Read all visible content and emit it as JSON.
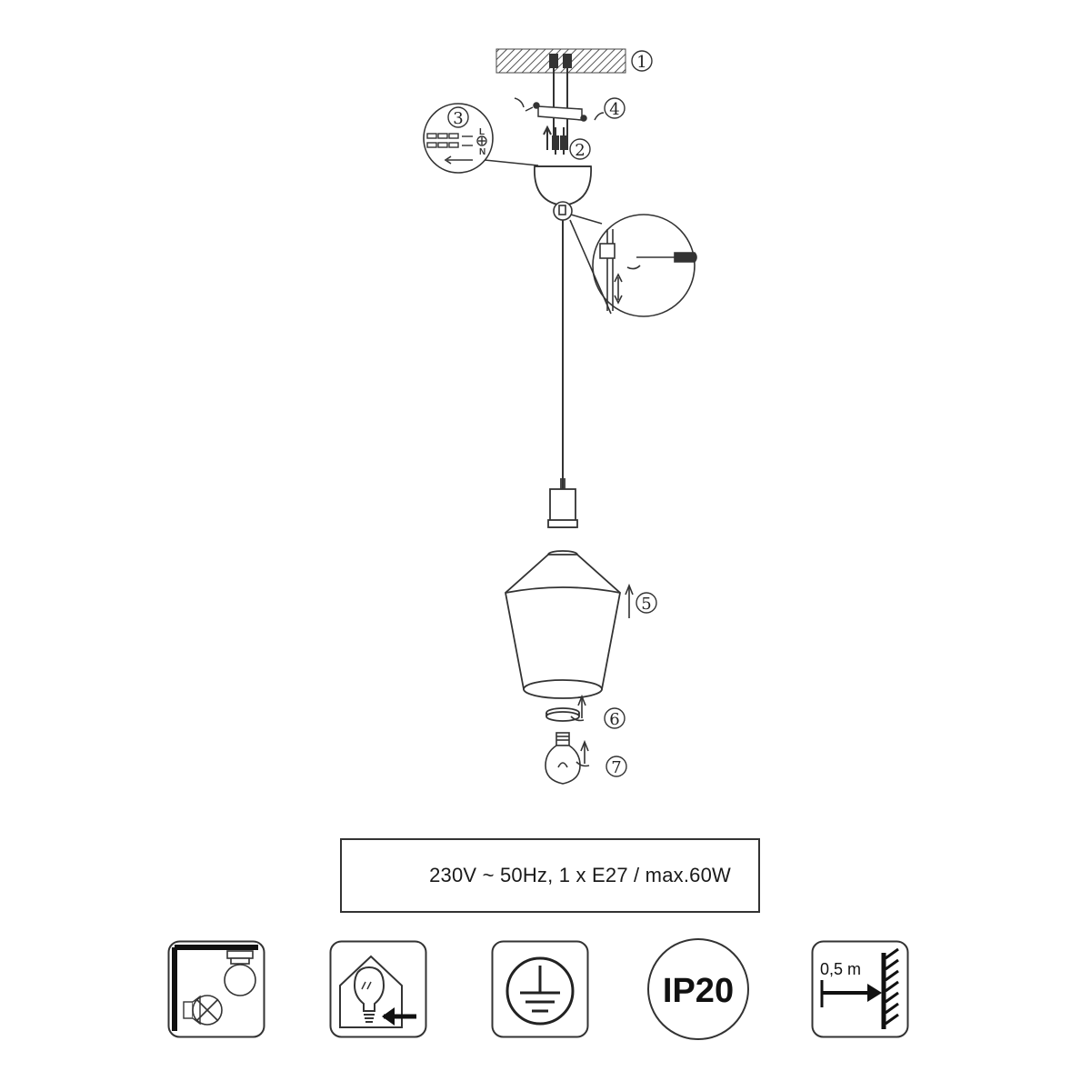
{
  "callouts": [
    "1",
    "2",
    "3",
    "4",
    "5",
    "6",
    "7"
  ],
  "wiring_labels": {
    "live": "L",
    "neutral": "N"
  },
  "spec": {
    "text": "230V ~ 50Hz, 1 x E27 / max.60W"
  },
  "icons": {
    "indoor_use": "indoor-use-icon",
    "bulb_replaceable": "bulb-replaceable-icon",
    "protection_class": "protective-earth-icon",
    "ip_rating": {
      "name": "ip-rating-icon",
      "label": "IP20"
    },
    "min_distance": {
      "name": "min-distance-icon",
      "label": "0,5 m"
    }
  },
  "colors": {
    "line": "#333333",
    "ceiling_hatch": "#555555"
  }
}
